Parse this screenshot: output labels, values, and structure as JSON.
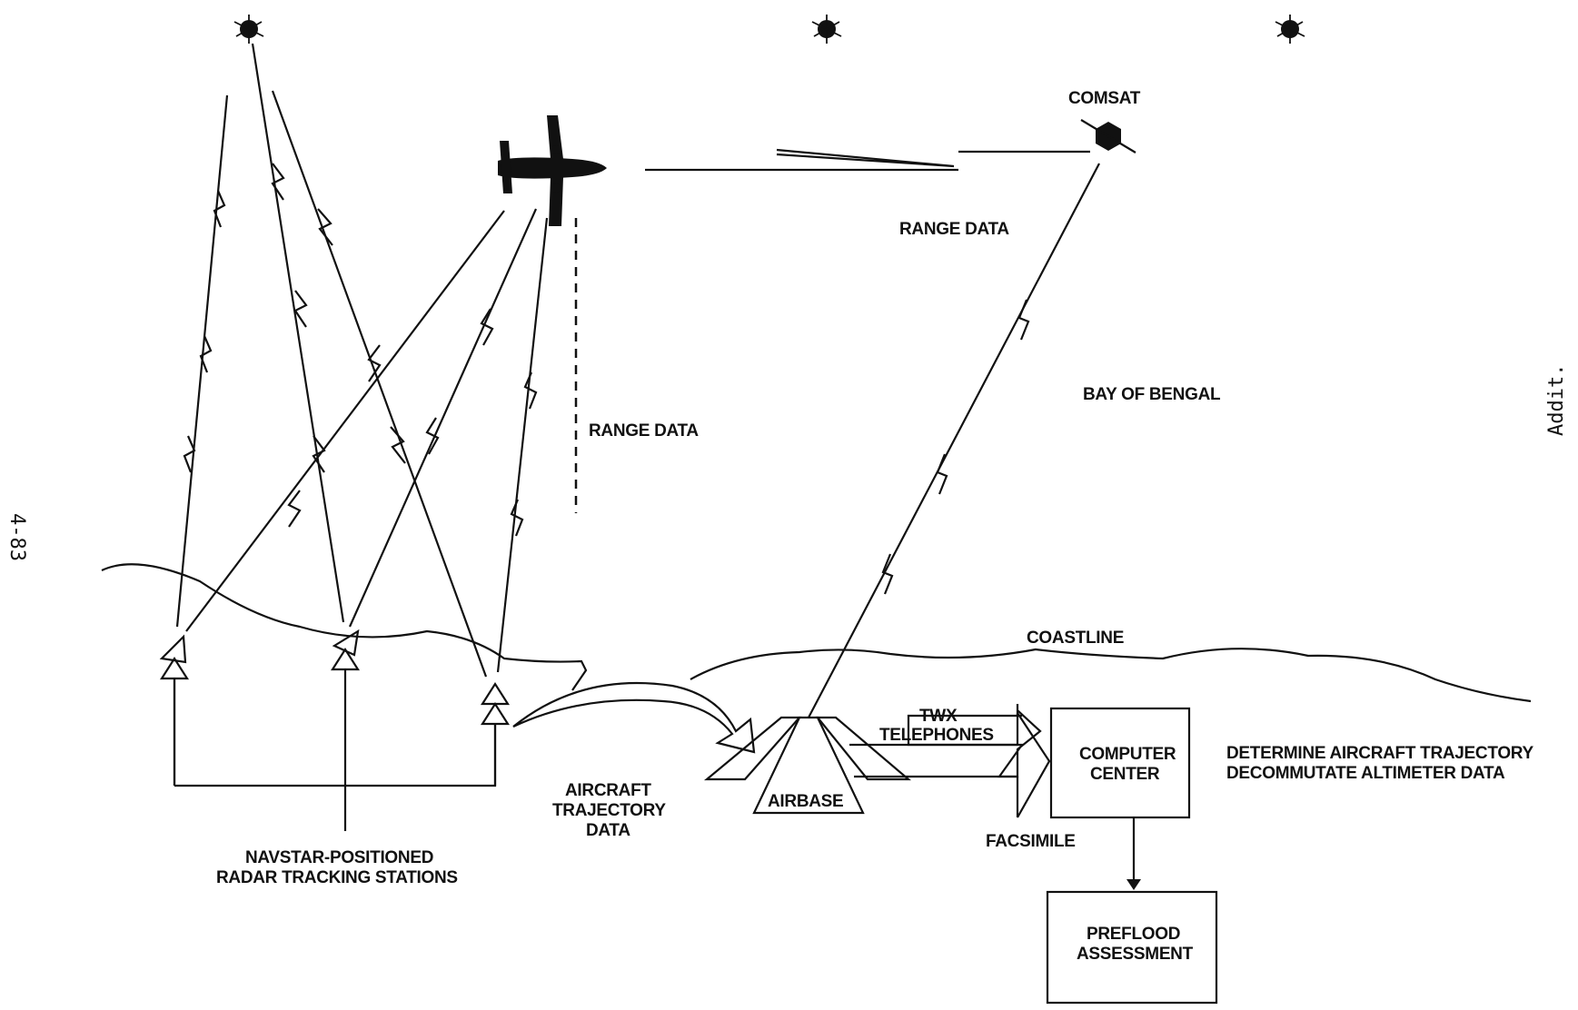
{
  "page_number": "4-83",
  "edge_mark": "Addit.",
  "labels": {
    "comsat": "COMSAT",
    "range_data_top": "RANGE DATA",
    "range_data_mid": "RANGE DATA",
    "bay_of_bengal": "BAY OF BENGAL",
    "coastline": "COASTLINE",
    "twx_line1": "TWX",
    "twx_line2": "TELEPHONES",
    "facsimile": "FACSIMILE",
    "airbase": "AIRBASE",
    "aircraft_traj_line1": "AIRCRAFT",
    "aircraft_traj_line2": "TRAJECTORY",
    "aircraft_traj_line3": "DATA",
    "stations_line1": "NAVSTAR-POSITIONED",
    "stations_line2": "RADAR TRACKING STATIONS",
    "computer_line1": "COMPUTER",
    "computer_line2": "CENTER",
    "determine_line1": "DETERMINE AIRCRAFT TRAJECTORY",
    "determine_line2": "DECOMMUTATE ALTIMETER DATA",
    "preflood_line1": "PREFLOOD",
    "preflood_line2": "ASSESSMENT"
  }
}
